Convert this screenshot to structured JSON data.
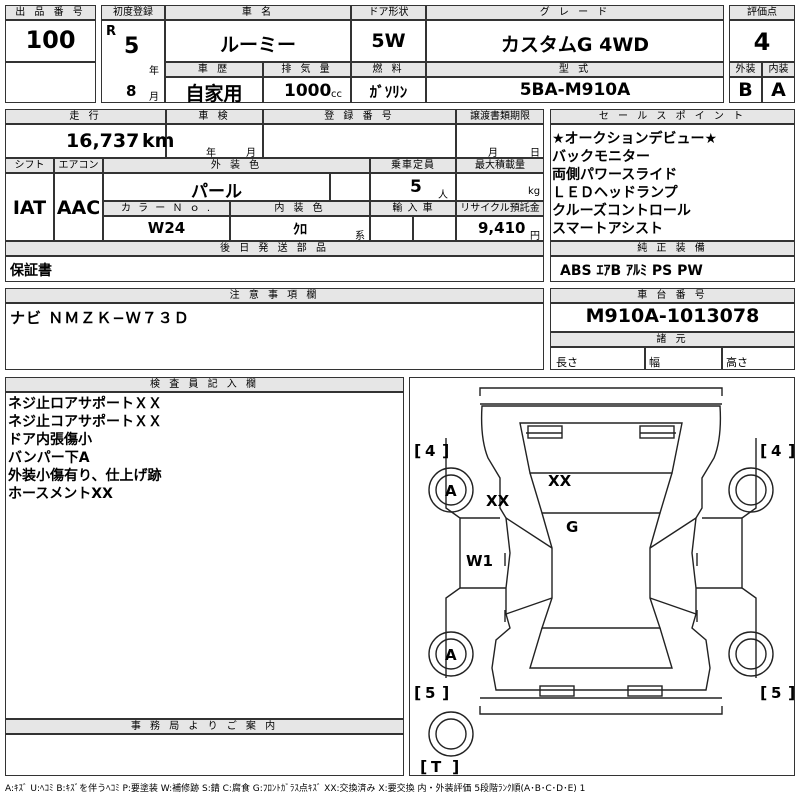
{
  "header": {
    "lot_label": "出 品 番 号",
    "lot_value": "100",
    "first_reg_label": "初度登録",
    "era": "R",
    "reg_year": "5",
    "year_unit": "年",
    "reg_month": "8",
    "month_unit": "月",
    "car_name_label": "車 名",
    "car_name": "ルーミー",
    "door_label": "ドア形状",
    "door_value": "5W",
    "grade_label": "グ レ ー ド",
    "grade_value": "カスタムG 4WD",
    "score_label": "評価点",
    "score_value": "4",
    "history_label": "車 歴",
    "history_value": "自家用",
    "disp_label": "排 気 量",
    "disp_value": "1000",
    "disp_unit": "cc",
    "fuel_label": "燃 料",
    "fuel_value": "ｶﾞｿﾘﾝ",
    "model_label": "型 式",
    "model_value": "5BA-M910A",
    "ext_label": "外装",
    "ext_value": "B",
    "int_label": "内装",
    "int_value": "A"
  },
  "row2": {
    "mileage_label": "走 行",
    "mileage_value": "16,737",
    "mileage_unit": "km",
    "inspection_label": "車 検",
    "insp_year_unit": "年",
    "insp_month_unit": "月",
    "regno_label": "登 録 番 号",
    "doc_label": "譲渡書類期限",
    "doc_month_unit": "月",
    "doc_day_unit": "日",
    "shift_label": "シフト",
    "shift_value": "IAT",
    "ac_label": "エアコン",
    "ac_value": "AAC",
    "color_label": "外 装 色",
    "color_value": "パール",
    "capacity_label": "乗車定員",
    "capacity_value": "5",
    "capacity_unit": "人",
    "load_label": "最大積載量",
    "load_unit": "kg",
    "color_no_label": "カ ラ ー Ｎ ｏ .",
    "color_no_value": "W24",
    "int_color_label": "内 装 色",
    "int_color_value": "ｸﾛ",
    "int_color_unit": "系",
    "import_label": "輸 入 車",
    "recycle_label": "リサイクル預託金",
    "recycle_value": "9,410",
    "recycle_unit": "円",
    "later_label": "後 日 発 送 部 品",
    "later_value": "保証書"
  },
  "sales": {
    "label": "セ ー ル ス ポ イ ン ト",
    "items": [
      "★オークションデビュー★",
      "バックモニター",
      "両側パワースライド",
      "ＬＥＤヘッドランプ",
      "クルーズコントロール",
      "スマートアシスト"
    ],
    "equip_label": "純 正 装 備",
    "equip_value": "ABS ｴｱB ｱﾙﾐ PS PW"
  },
  "notes": {
    "label": "注 意 事 項 欄",
    "value": "ナビ ＮＭＺＫ−Ｗ７３Ｄ"
  },
  "chassis": {
    "label": "車 台 番 号",
    "value": "M910A-1013078",
    "spec_label": "諸 元",
    "len_label": "長さ",
    "width_label": "幅",
    "height_label": "高さ"
  },
  "inspector": {
    "label": "検 査 員 記 入 欄",
    "items": [
      "ネジ止ロアサポートＸＸ",
      "ネジ止コアサポートＸＸ",
      "ドア内張傷小",
      "バンパー下A",
      "外装小傷有り、仕上げ跡",
      "ホースメントXX"
    ]
  },
  "office": {
    "label": "事 務 局 よ り ご 案 内"
  },
  "diagram": {
    "tire_fl": "4",
    "tire_fr": "4",
    "tire_rl": "5",
    "tire_rr": "5",
    "tire_spare": "T",
    "marks": {
      "a_front": "A",
      "xx_left": "XX",
      "xx_hood": "XX",
      "g_glass": "G",
      "w1_door": "W1",
      "a_rear": "A"
    }
  },
  "legend": "A:ｷｽﾞ U:ﾍｺﾐ B:ｷｽﾞを伴うﾍｺﾐ P:要塗装 W:補修跡 S:錆 C:腐食 G:ﾌﾛﾝﾄｶﾞﾗｽ点ｷｽﾞ XX:交換済み X:要交換 内・外装評価 5段階ﾗﾝｸ順(A･B･C･D･E) 1"
}
